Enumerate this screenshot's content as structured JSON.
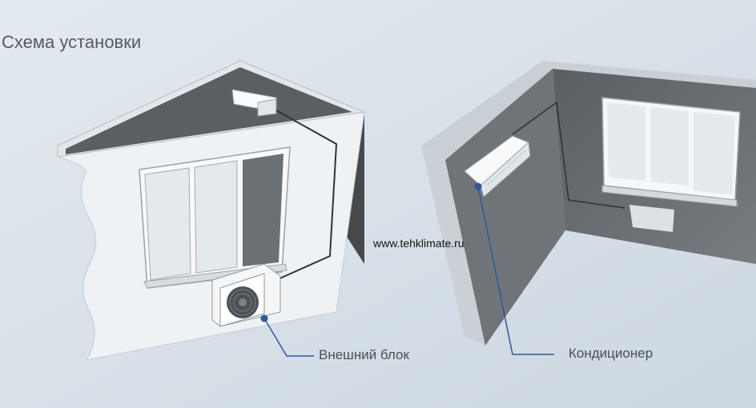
{
  "title": "Схема установки",
  "website": "www.tehklimate.ru",
  "labels": {
    "outdoor_unit": "Внешний блок",
    "air_conditioner": "Кондиционер"
  },
  "colors": {
    "background": "#d7e0e8",
    "wall_outer": "#eef2f5",
    "wall_inner": "#5f6468",
    "callout_line": "#2f56a4"
  }
}
